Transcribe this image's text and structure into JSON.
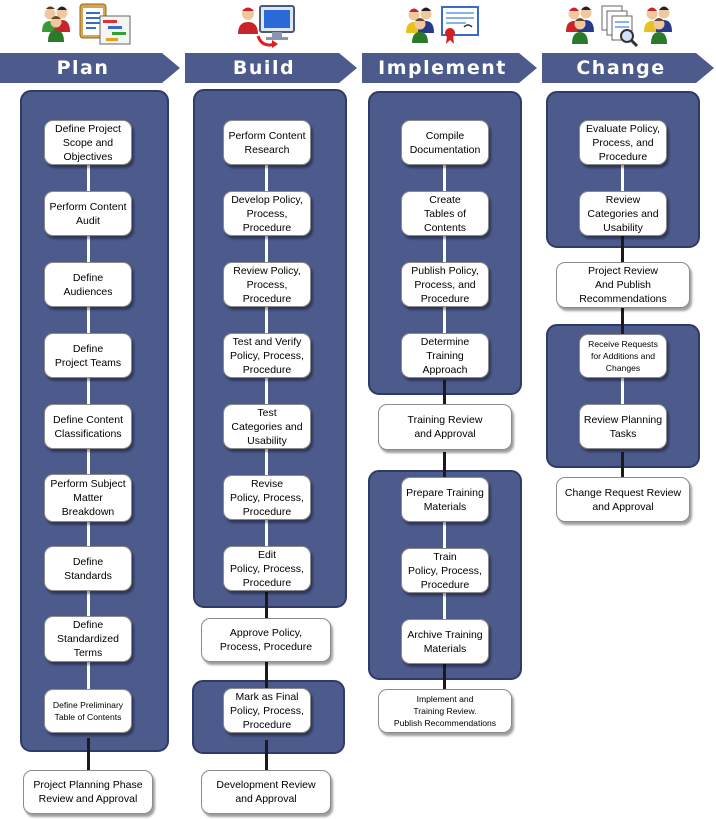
{
  "phases": [
    {
      "label": "Plan"
    },
    {
      "label": "Build"
    },
    {
      "label": "Implement"
    },
    {
      "label": "Change"
    }
  ],
  "plan": {
    "steps": [
      "Define Project\nScope and\nObjectives",
      "Perform Content\nAudit",
      "Define\nAudiences",
      "Define\nProject Teams",
      "Define Content\nClassifications",
      "Perform Subject\nMatter\nBreakdown",
      "Define\nStandards",
      "Define\nStandardized\nTerms",
      "Define Preliminary\nTable of Contents"
    ],
    "review": "Project Planning Phase\nReview and Approval"
  },
  "build": {
    "steps": [
      "Perform Content\nResearch",
      "Develop Policy,\nProcess,\nProcedure",
      "Review Policy,\nProcess,\nProcedure",
      "Test and Verify\nPolicy, Process,\nProcedure",
      "Test\nCategories and\nUsability",
      "Revise\nPolicy, Process,\nProcedure",
      "Edit\nPolicy, Process,\nProcedure"
    ],
    "approve": "Approve  Policy,\nProcess, Procedure",
    "final": "Mark as Final\nPolicy, Process,\nProcedure",
    "review": "Development Review\nand Approval"
  },
  "implement": {
    "steps": [
      "Compile\nDocumentation",
      "Create\nTables of\nContents",
      "Publish Policy,\nProcess, and\nProcedure",
      "Determine\nTraining\nApproach"
    ],
    "training_review": "Training Review\nand Approval",
    "steps2": [
      "Prepare Training\nMaterials",
      "Train\nPolicy, Process,\nProcedure",
      "Archive Training\nMaterials"
    ],
    "final": "Implement and\nTraining Review.\nPublish Recommendations"
  },
  "change": {
    "steps": [
      "Evaluate Policy,\nProcess, and\nProcedure",
      "Review\nCategories and\nUsability"
    ],
    "project_review": "Project Review\nAnd Publish\nRecommendations",
    "steps2": [
      "Receive Requests\nfor Additions and\nChanges",
      "Review Planning\nTasks"
    ],
    "final": "Change Request Review\nand Approval"
  },
  "icons": [
    "people-checklist-icon",
    "person-computer-icon",
    "people-certificate-icon",
    "people-documents-search-icon"
  ],
  "colors": {
    "panel": "#4d5a8c",
    "arrow": "#4d5a8c",
    "box_border": "#8b8b8b"
  }
}
